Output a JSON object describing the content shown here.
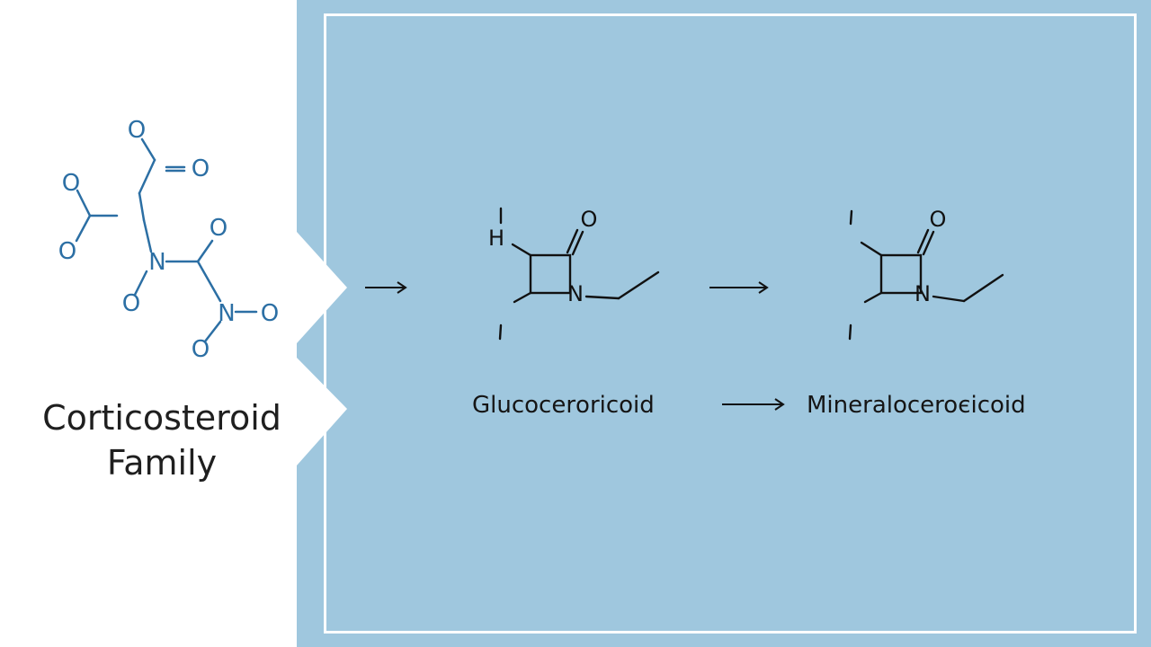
{
  "title": {
    "line1": "Corticosteroid",
    "line2": "Family"
  },
  "left_molecule_atoms": [
    "O",
    "O",
    "O",
    "O",
    "N",
    "O",
    "O",
    "N",
    "O",
    "O"
  ],
  "flow": {
    "from_label": "Glucocerоricoid",
    "to_label": "Mineraloceroєicoid",
    "structure1_atoms": [
      "H",
      "O",
      "N"
    ],
    "structure2_atoms": [
      "O",
      "N"
    ]
  },
  "colors": {
    "panel_blue": "#9fc7de",
    "molecule_blue": "#2c6fa4",
    "frame": "#ffffff"
  }
}
